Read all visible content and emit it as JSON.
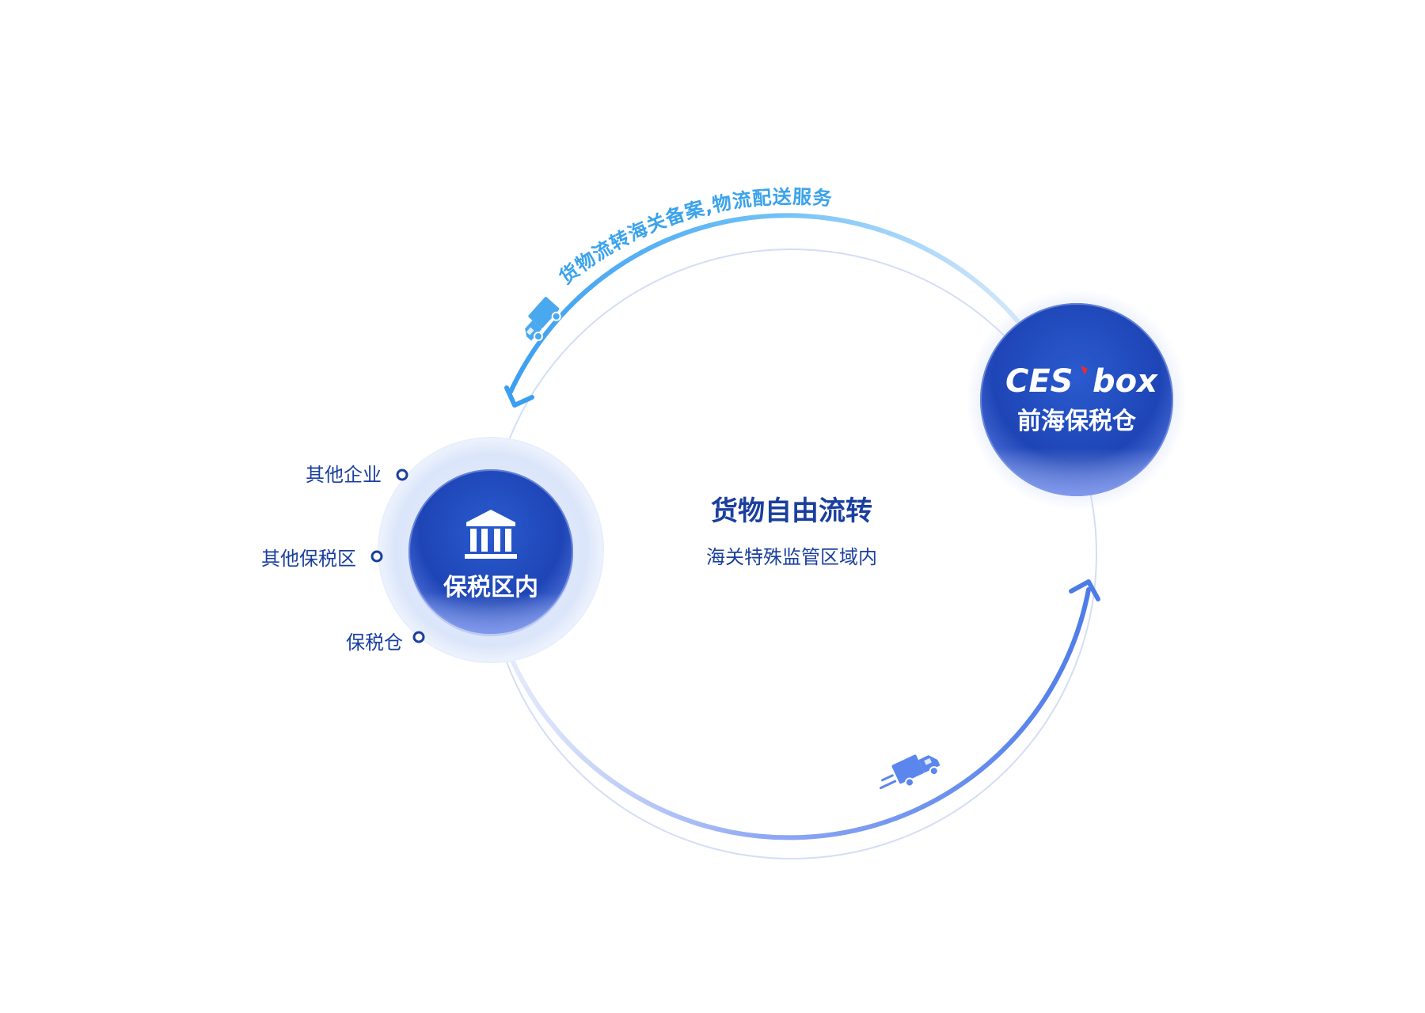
{
  "diagram": {
    "arc_top_label": "货物流转海关备案,物流配送服务",
    "center_title": "货物自由流转",
    "center_subtitle": "海关特殊监管区域内",
    "left_node": {
      "label": "保税区内",
      "icon": "bank-icon"
    },
    "right_node": {
      "logo_text_ces": "CES",
      "logo_text_box": "box",
      "label": "前海保税仓"
    },
    "left_items": [
      {
        "label": "其他企业"
      },
      {
        "label": "其他保税区"
      },
      {
        "label": "保税仓"
      }
    ],
    "icons": {
      "top_truck": "truck-icon",
      "bottom_truck": "truck-moving-icon"
    },
    "colors": {
      "node_dark": "#1e47b8",
      "node_light": "#3a6ad6",
      "text_dark_blue": "#1a3f9e",
      "arc_top": "#4aa8ee",
      "arc_bottom": "#5a86ee",
      "dot": "#1a3f9e",
      "logo_red": "#e62e2e"
    }
  }
}
